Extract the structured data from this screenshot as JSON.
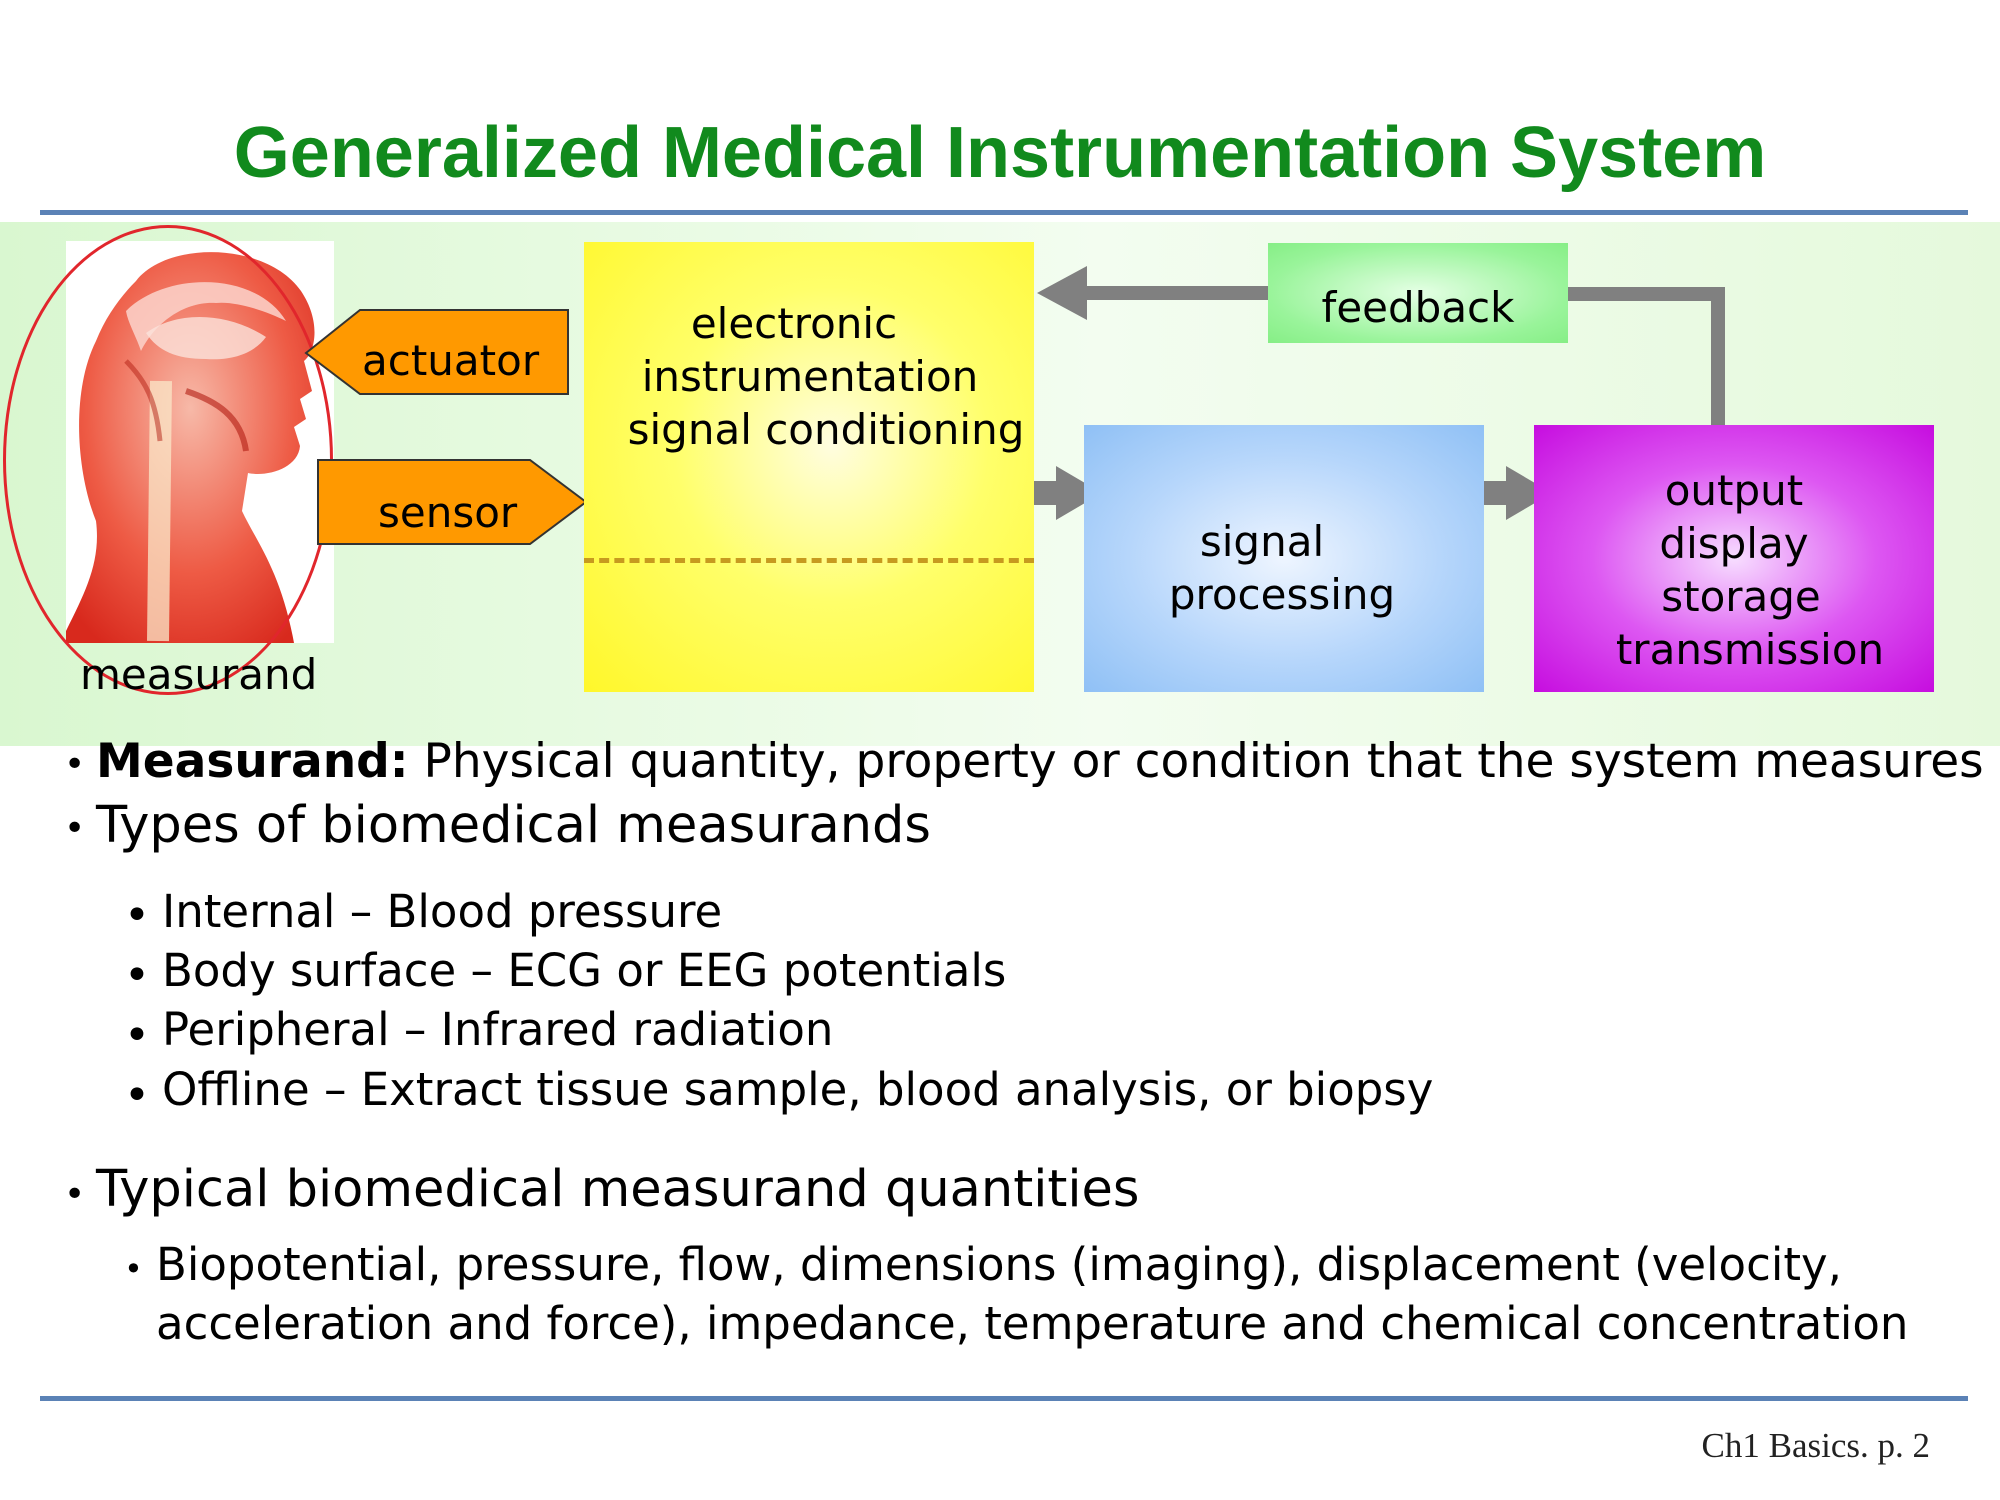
{
  "title": "Generalized Medical Instrumentation System",
  "diagram": {
    "measurand_label": "measurand",
    "actuator_label": "actuator",
    "sensor_label": "sensor",
    "conditioning_lines": [
      "electronic",
      "instrumentation",
      "signal conditioning"
    ],
    "feedback_label": "feedback",
    "processing_lines": [
      "signal",
      "processing"
    ],
    "output_lines": [
      "output",
      "display",
      "storage",
      "transmission"
    ],
    "colors": {
      "title": "#118a1d",
      "conditioning": "#fff72a",
      "processing": "#9ec9f7",
      "output": "#cc1fe4",
      "feedback": "#99f49a",
      "actuator_sensor": "#ff9900",
      "arrows": "#808080",
      "measurand_outline": "#e1262c"
    }
  },
  "bullets": {
    "measurand_term": "Measurand:",
    "measurand_def": " Physical quantity, property or condition that the system measures",
    "types_heading": "Types of biomedical measurands",
    "types": [
      "Internal – Blood pressure",
      "Body surface – ECG or EEG potentials",
      "Peripheral – Infrared radiation",
      "Offline – Extract tissue sample, blood analysis, or biopsy"
    ],
    "quantities_heading": "Typical biomedical measurand quantities",
    "quantities_lines": [
      "Biopotential, pressure, flow, dimensions (imaging), displacement (velocity,",
      "acceleration and force), impedance, temperature and chemical concentration"
    ]
  },
  "footer": "Ch1 Basics. p. 2"
}
